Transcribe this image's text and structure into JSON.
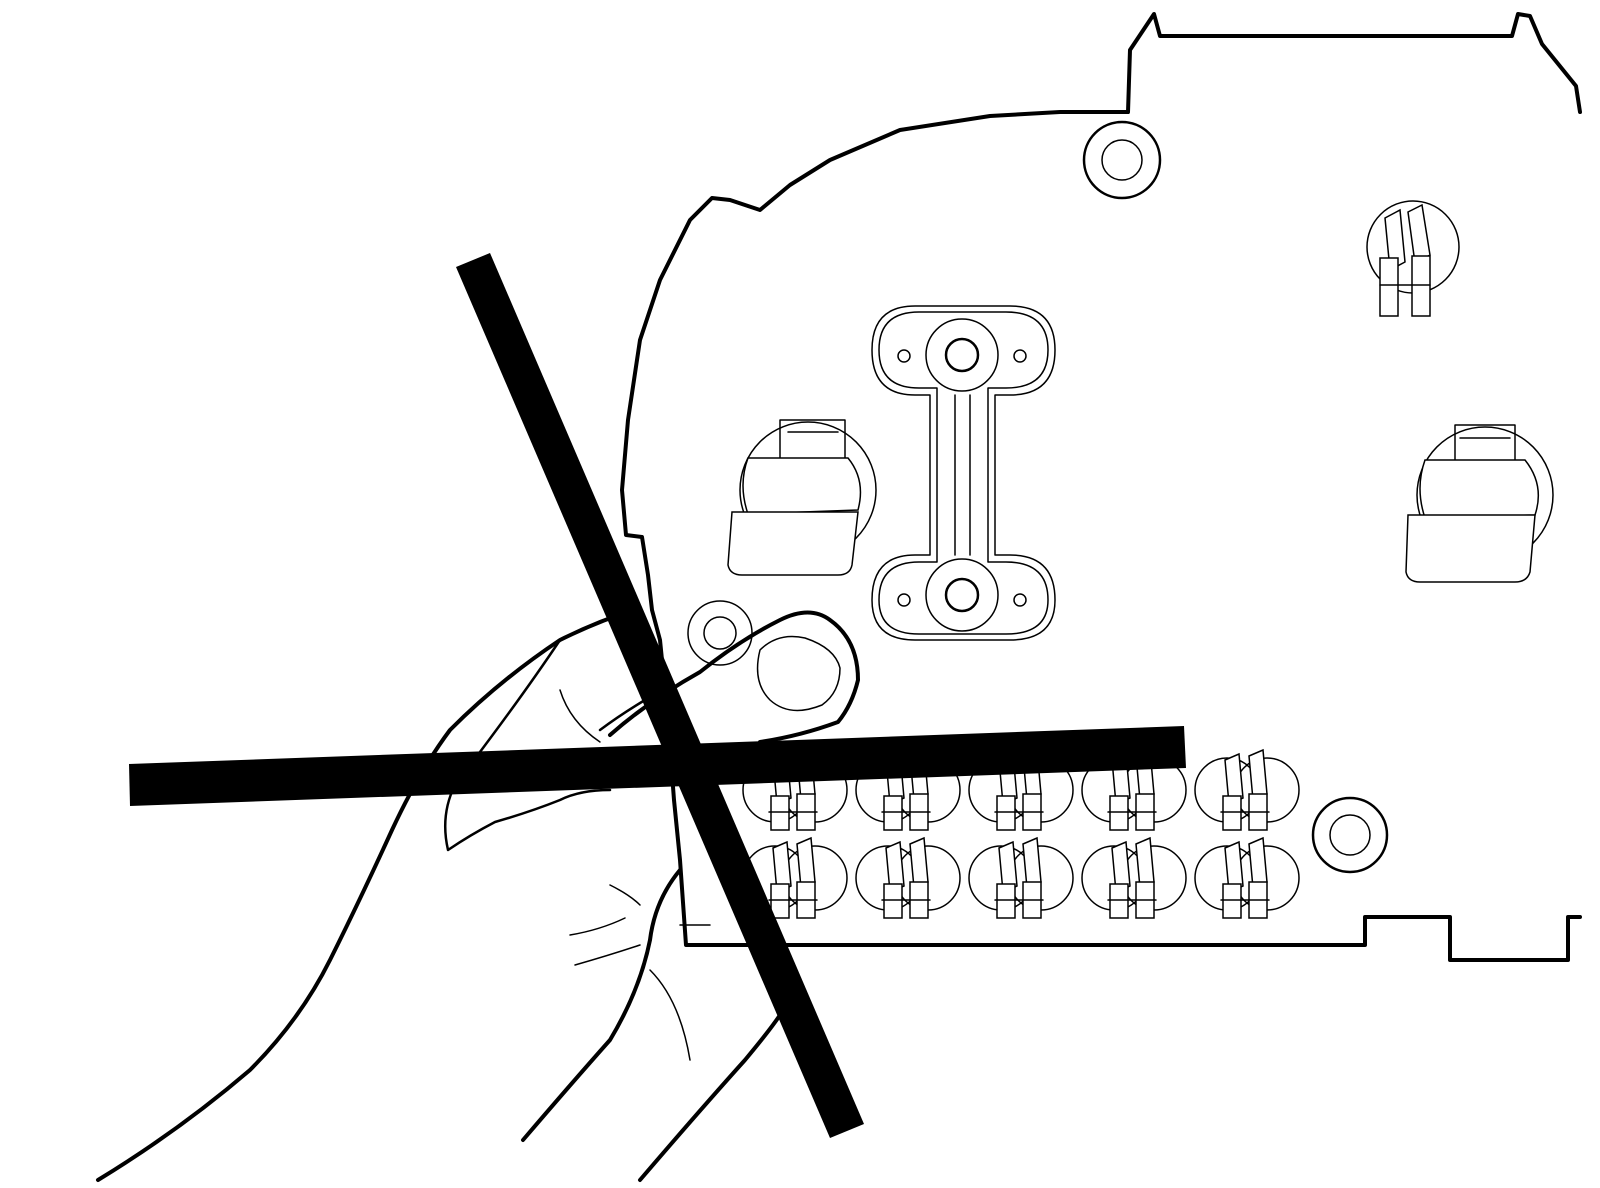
{
  "illustration": {
    "subject": "hand-pulling-bulb-socket-from-circuit-board",
    "indicator": "prohibition-cross",
    "colors": {
      "ink": "#000000",
      "paper": "#ffffff"
    },
    "socket_rows": 2,
    "socket_columns": 5
  }
}
